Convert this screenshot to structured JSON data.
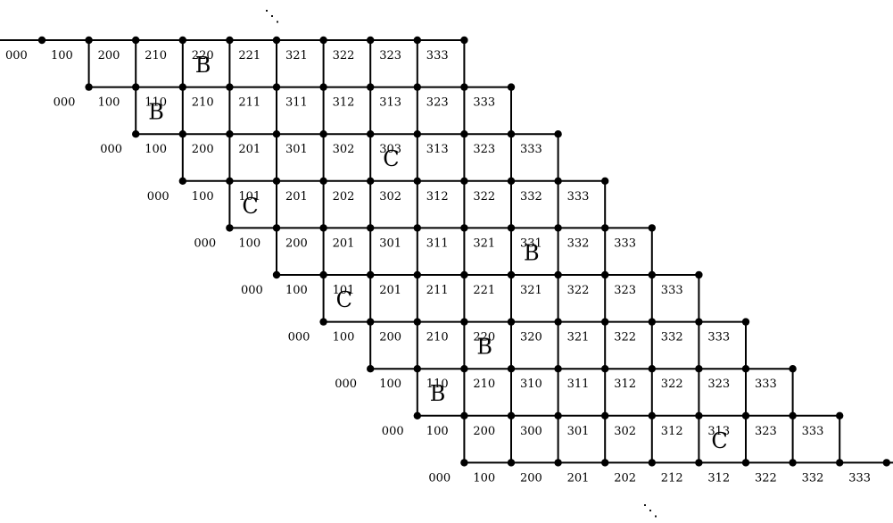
{
  "rows": [
    [
      "000",
      "100",
      "200",
      "210",
      "220",
      "221",
      "321",
      "322",
      "323",
      "333"
    ],
    [
      "000",
      "100",
      "110",
      "210",
      "211",
      "311",
      "312",
      "313",
      "323",
      "333"
    ],
    [
      "000",
      "100",
      "200",
      "201",
      "301",
      "302",
      "303",
      "313",
      "323",
      "333"
    ],
    [
      "000",
      "100",
      "101",
      "201",
      "202",
      "302",
      "312",
      "322",
      "332",
      "333"
    ],
    [
      "000",
      "100",
      "200",
      "201",
      "301",
      "311",
      "321",
      "331",
      "332",
      "333"
    ],
    [
      "000",
      "100",
      "101",
      "201",
      "211",
      "221",
      "321",
      "322",
      "323",
      "333"
    ],
    [
      "000",
      "100",
      "200",
      "210",
      "220",
      "320",
      "321",
      "322",
      "332",
      "333"
    ],
    [
      "000",
      "100",
      "110",
      "210",
      "310",
      "311",
      "312",
      "322",
      "323",
      "333"
    ],
    [
      "000",
      "100",
      "200",
      "300",
      "301",
      "302",
      "312",
      "313",
      "323",
      "333"
    ],
    [
      "000",
      "100",
      "200",
      "201",
      "202",
      "212",
      "312",
      "322",
      "332",
      "333"
    ]
  ],
  "regions": [
    {
      "letter": "B",
      "row": 0,
      "col": 3
    },
    {
      "letter": "B",
      "row": 1,
      "col": 1
    },
    {
      "letter": "C",
      "row": 2,
      "col": 5
    },
    {
      "letter": "C",
      "row": 3,
      "col": 1
    },
    {
      "letter": "B",
      "row": 4,
      "col": 6
    },
    {
      "letter": "C",
      "row": 5,
      "col": 1
    },
    {
      "letter": "B",
      "row": 6,
      "col": 3
    },
    {
      "letter": "B",
      "row": 7,
      "col": 1
    },
    {
      "letter": "C",
      "row": 8,
      "col": 6
    }
  ],
  "ellipsis": {
    "top": "⋱",
    "bottom": "⋱"
  }
}
